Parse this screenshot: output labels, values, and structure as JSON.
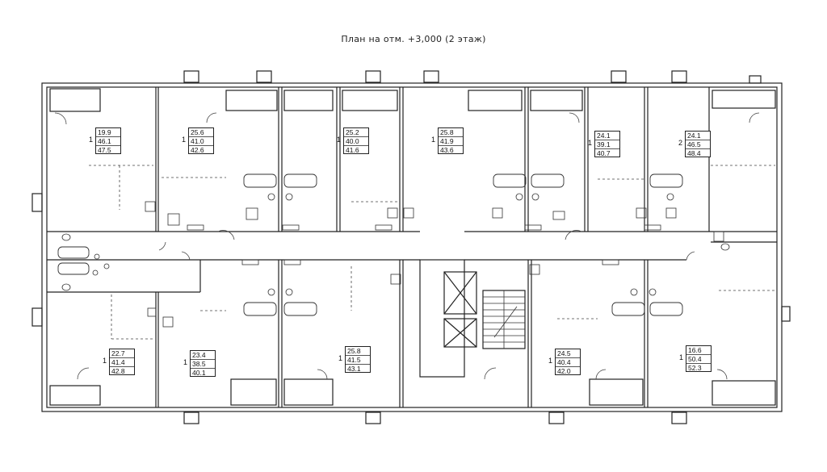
{
  "title": "План на отм. +3,000 (2 этаж)",
  "colors": {
    "wall": "#222222",
    "line": "#333333",
    "fixture": "#444444",
    "background": "#ffffff"
  },
  "apartments": [
    {
      "rooms": "1",
      "living": "19.9",
      "total_a": "46.1",
      "total_b": "47.5"
    },
    {
      "rooms": "1",
      "living": "25.6",
      "total_a": "41.0",
      "total_b": "42.6"
    },
    {
      "rooms": "1",
      "living": "25.2",
      "total_a": "40.0",
      "total_b": "41.6"
    },
    {
      "rooms": "1",
      "living": "25.8",
      "total_a": "41.9",
      "total_b": "43.6"
    },
    {
      "rooms": "1",
      "living": "24.1",
      "total_a": "39.1",
      "total_b": "40.7"
    },
    {
      "rooms": "2",
      "living": "24.1",
      "total_a": "46.5",
      "total_b": "48.4"
    },
    {
      "rooms": "1",
      "living": "22.7",
      "total_a": "41.4",
      "total_b": "42.8"
    },
    {
      "rooms": "1",
      "living": "23.4",
      "total_a": "38.5",
      "total_b": "40.1"
    },
    {
      "rooms": "1",
      "living": "25.8",
      "total_a": "41.5",
      "total_b": "43.1"
    },
    {
      "rooms": "1",
      "living": "24.5",
      "total_a": "40.4",
      "total_b": "42.0"
    },
    {
      "rooms": "1",
      "living": "16.6",
      "total_a": "50.4",
      "total_b": "52.3"
    }
  ]
}
